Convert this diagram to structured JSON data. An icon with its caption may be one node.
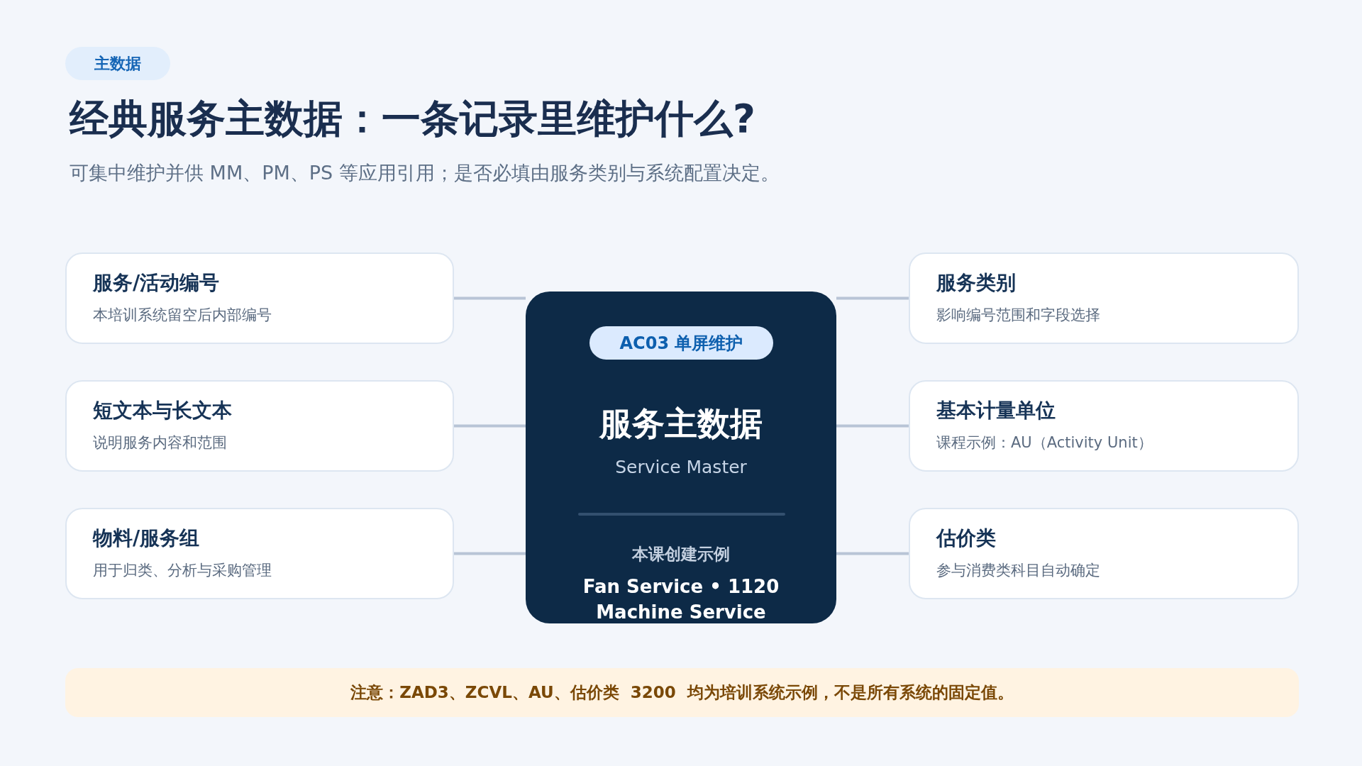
{
  "diagram": {
    "title": "经典服务主数据：一条记录里维护什么?",
    "nodes": [
      {
        "text": [
          "主数据"
        ]
      },
      {
        "text": [
          "服务/活动编号",
          "本培训系统留空后内部编号"
        ]
      },
      {
        "text": [
          "短文本与长文本",
          "说明服务内容和范围"
        ]
      },
      {
        "text": [
          "物料/服务组",
          "用于归类、分析与采购管理"
        ]
      },
      {
        "text": [
          "服务主数据",
          "Service Master",
          "本课创建示例",
          "Fan Service • 1120 Machine Service"
        ]
      },
      {
        "text": [
          "AC03 单屏维护"
        ],
        "in": 4
      },
      {
        "text": [
          "服务类别",
          "影响编号范围和字段选择"
        ]
      },
      {
        "text": [
          "基本计量单位",
          "课程示例：AU（Activity Unit）"
        ]
      },
      {
        "text": [
          "估价类",
          "参与消费类科目自动确定"
        ]
      },
      {
        "text": [
          "注意：ZAD3、ZCVL、AU、估价类  3200  均为培训系统示例，不是所有系统的固定值。"
        ]
      }
    ],
    "edges": [
      {
        "from": 1,
        "to": 4,
        "arrow": "none"
      },
      {
        "from": 2,
        "to": 4,
        "arrow": "none"
      },
      {
        "from": 3,
        "to": 4,
        "arrow": "none"
      },
      {
        "from": 4,
        "to": 6,
        "arrow": "none"
      },
      {
        "from": 4,
        "to": 7,
        "arrow": "none"
      },
      {
        "from": 4,
        "to": 8,
        "arrow": "none"
      }
    ],
    "labels": [
      "可集中维护并供 MM、PM、PS 等应用引用；是否必填由服务类别与系统配置决定。"
    ]
  }
}
